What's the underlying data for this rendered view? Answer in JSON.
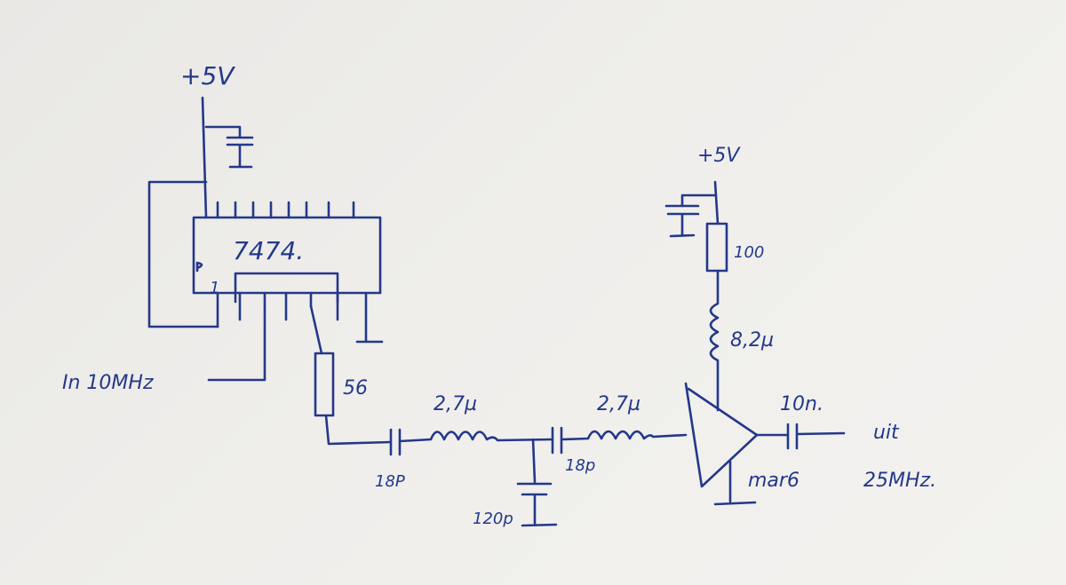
{
  "ink_color": "#24388a",
  "labels": {
    "supply_left": "+5V",
    "ic_name": "7474.",
    "ic_pin1": "1",
    "input": "In 10MHz",
    "resistor_series": "56",
    "inductor_1": "2,7µ",
    "cap_series_1": "18P",
    "cap_shunt": "120p",
    "cap_series_2": "18p",
    "inductor_2": "2,7µ",
    "supply_right": "+5V",
    "resistor_bias": "100",
    "inductor_choke": "8,2µ",
    "amplifier": "mar6",
    "cap_output": "10n.",
    "output": "uit",
    "output_freq": "25MHz."
  }
}
